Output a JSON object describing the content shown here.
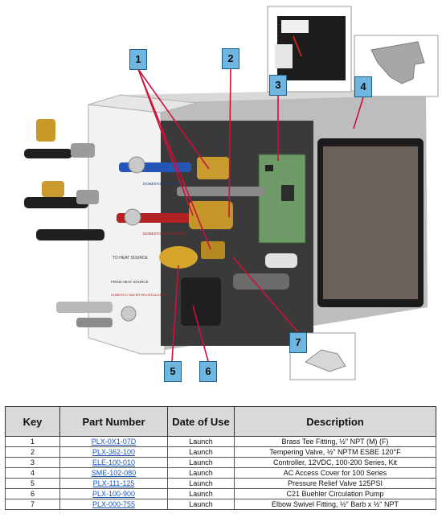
{
  "labels": {
    "pump_text_1": "DOMESTIC WATER IN",
    "pump_text_2": "TO HEAT SOURCE",
    "pump_text_3": "DOMESTIC WATER OUT",
    "pump_text_4": "FROM HEAT SOURCE",
    "pump_text_5": "DOMESTIC WATER RECIRCULATION"
  },
  "callouts": [
    {
      "number": "1"
    },
    {
      "number": "2"
    },
    {
      "number": "3"
    },
    {
      "number": "4"
    },
    {
      "number": "5"
    },
    {
      "number": "6"
    },
    {
      "number": "7"
    }
  ],
  "table": {
    "headers": [
      "Key",
      "Part Number",
      "Date of Use",
      "Description"
    ],
    "rows": [
      {
        "key": "1",
        "part": "PLX-0X1-07D",
        "date": "Launch",
        "desc": "Brass Tee Fitting, ½\" NPT (M) (F)"
      },
      {
        "key": "2",
        "part": "PLX-362-100",
        "date": "Launch",
        "desc": "Tempering Valve, ½\" NPTM ESBE 120°F"
      },
      {
        "key": "3",
        "part": "ELE-100-010",
        "date": "Launch",
        "desc": "Controller, 12VDC, 100-200 Series, Kit"
      },
      {
        "key": "4",
        "part": "SME-102-080",
        "date": "Launch",
        "desc": "AC Access Cover for 100 Series"
      },
      {
        "key": "5",
        "part": "PLX-111-125",
        "date": "Launch",
        "desc": "Pressure Relief Valve 125PSI"
      },
      {
        "key": "6",
        "part": "PLX-100-900",
        "date": "Launch",
        "desc": "C21 Buehler Circulation Pump"
      },
      {
        "key": "7",
        "part": "PLX-000-755",
        "date": "Launch",
        "desc": "Elbow Swivel Fitting, ½\" Barb x ½\" NPT"
      }
    ]
  }
}
